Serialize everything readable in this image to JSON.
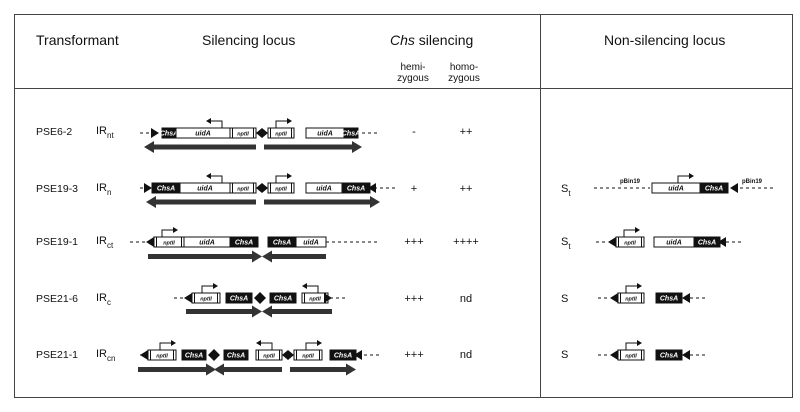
{
  "headers": {
    "transformant": "Transformant",
    "silencing_locus": "Silencing locus",
    "chs_italic": "Chs",
    "chs_rest": " silencing",
    "hemizygous": "hemi-\nzygous",
    "homozygous": "homo-\nzygous",
    "non_silencing_locus": "Non-silencing locus"
  },
  "rows": [
    {
      "name": "PSE6-2",
      "ir_main": "IR",
      "ir_sub": "nt",
      "hemi": "-",
      "homo": "++",
      "ns_main": "",
      "ns_sub": ""
    },
    {
      "name": "PSE19-3",
      "ir_main": "IR",
      "ir_sub": "n",
      "hemi": "+",
      "homo": "++",
      "ns_main": "S",
      "ns_sub": "t"
    },
    {
      "name": "PSE19-1",
      "ir_main": "IR",
      "ir_sub": "ct",
      "hemi": "+++",
      "homo": "++++",
      "ns_main": "S",
      "ns_sub": "t"
    },
    {
      "name": "PSE21-6",
      "ir_main": "IR",
      "ir_sub": "c",
      "hemi": "+++",
      "homo": "nd",
      "ns_main": "S",
      "ns_sub": ""
    },
    {
      "name": "PSE21-1",
      "ir_main": "IR",
      "ir_sub": "cn",
      "hemi": "+++",
      "homo": "nd",
      "ns_main": "S",
      "ns_sub": ""
    }
  ],
  "gene_labels": {
    "chsa": "ChsA",
    "uida": "uidA",
    "nptii": "nptII",
    "pbin19": "pBin19"
  },
  "colors": {
    "ink": "#111111",
    "frame": "#444444",
    "bar": "#333333"
  }
}
